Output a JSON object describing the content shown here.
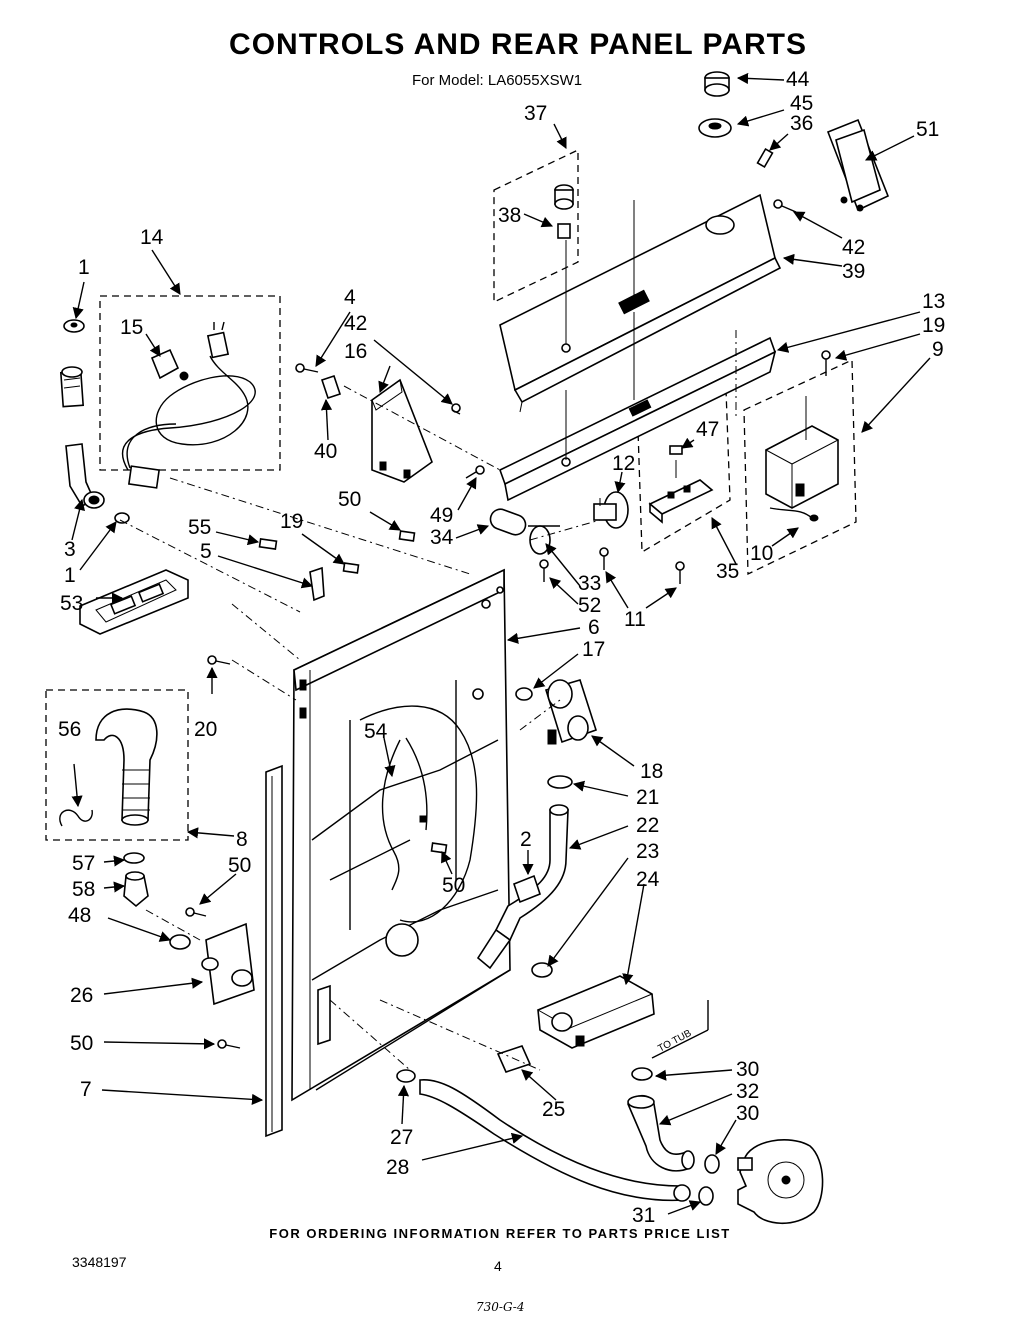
{
  "header": {
    "title": "CONTROLS AND REAR PANEL PARTS",
    "subtitle": "For Model: LA6055XSW1"
  },
  "diagram": {
    "callouts": {
      "c1a": "1",
      "c1b": "1",
      "c2": "2",
      "c3": "3",
      "c4": "4",
      "c5": "5",
      "c6": "6",
      "c7": "7",
      "c8": "8",
      "c9": "9",
      "c10": "10",
      "c11": "11",
      "c12": "12",
      "c13": "13",
      "c14": "14",
      "c15": "15",
      "c16": "16",
      "c17": "17",
      "c18": "18",
      "c19a": "19",
      "c19b": "19",
      "c20": "20",
      "c21": "21",
      "c22": "22",
      "c23": "23",
      "c24": "24",
      "c25": "25",
      "c26": "26",
      "c27": "27",
      "c28": "28",
      "c30a": "30",
      "c30b": "30",
      "c31": "31",
      "c32": "32",
      "c33": "33",
      "c34": "34",
      "c35": "35",
      "c36": "36",
      "c37": "37",
      "c38": "38",
      "c39": "39",
      "c40": "40",
      "c42a": "42",
      "c42b": "42",
      "c44": "44",
      "c45": "45",
      "c47": "47",
      "c48": "48",
      "c49": "49",
      "c50a": "50",
      "c50b": "50",
      "c50c": "50",
      "c50d": "50",
      "c51": "51",
      "c52": "52",
      "c53": "53",
      "c54": "54",
      "c55": "55",
      "c56": "56",
      "c57": "57",
      "c58": "58"
    },
    "to_tub": "TO TUB"
  },
  "footer": {
    "note": "FOR ORDERING INFORMATION REFER TO PARTS PRICE LIST",
    "doc_number": "3348197",
    "page_number": "4",
    "handwritten": "730-G-4"
  }
}
